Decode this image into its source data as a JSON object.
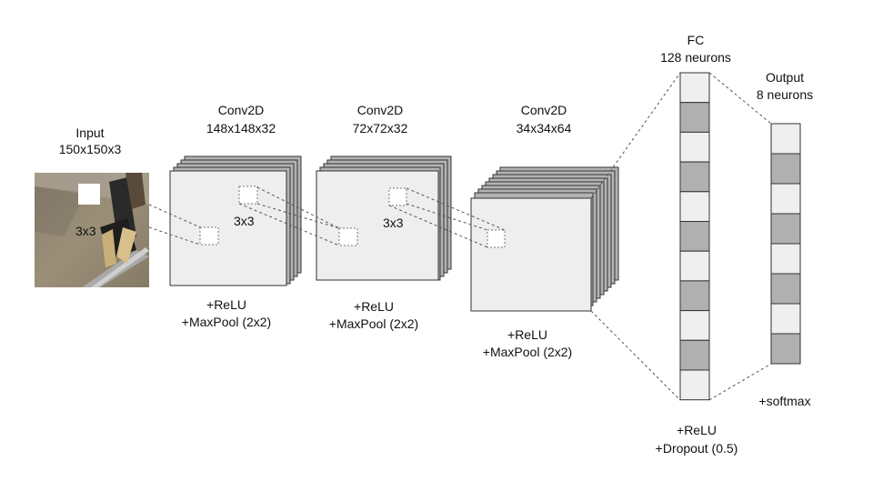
{
  "input": {
    "title": "Input",
    "shape": "150x150x3",
    "kernel": "3x3"
  },
  "conv1": {
    "title": "Conv2D",
    "shape": "148x148x32",
    "kernel": "3x3",
    "relu": "+ReLU",
    "pool": "+MaxPool (2x2)"
  },
  "conv2": {
    "title": "Conv2D",
    "shape": "72x72x32",
    "kernel": "3x3",
    "relu": "+ReLU",
    "pool": "+MaxPool (2x2)"
  },
  "conv3": {
    "title": "Conv2D",
    "shape": "34x34x64",
    "relu": "+ReLU",
    "pool": "+MaxPool (2x2)"
  },
  "fc": {
    "title": "FC",
    "neurons": "128 neurons",
    "relu": "+ReLU",
    "dropout": "+Dropout (0.5)"
  },
  "output": {
    "title": "Output",
    "neurons": "8 neurons",
    "activation": "+softmax"
  },
  "colors": {
    "layer_face": "#eeeeee",
    "layer_back": "#b3b3b3",
    "neuron_light": "#efefef",
    "neuron_dark": "#b0b0b0",
    "line": "#555555"
  }
}
